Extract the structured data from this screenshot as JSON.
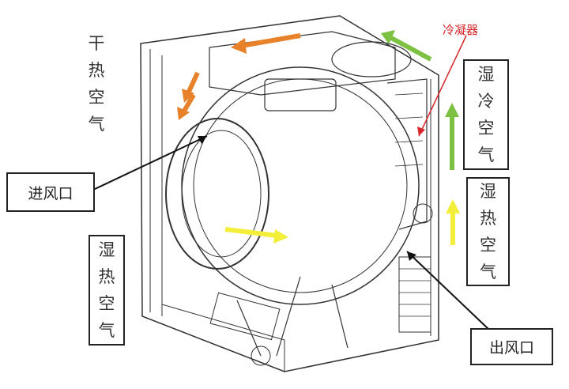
{
  "labels": {
    "dry_hot_air": [
      "干",
      "热",
      "空",
      "气"
    ],
    "air_inlet": "进风口",
    "wet_hot_air_left": [
      "湿",
      "热",
      "空",
      "气"
    ],
    "condenser": "冷凝器",
    "wet_cold_air": [
      "湿",
      "冷",
      "空",
      "气"
    ],
    "wet_hot_air_right": [
      "湿",
      "热",
      "空",
      "气"
    ],
    "air_outlet": "出风口"
  },
  "colors": {
    "orange": "#e8822a",
    "green": "#7dc142",
    "yellow": "#f2ee3a",
    "red": "#d8262b"
  }
}
